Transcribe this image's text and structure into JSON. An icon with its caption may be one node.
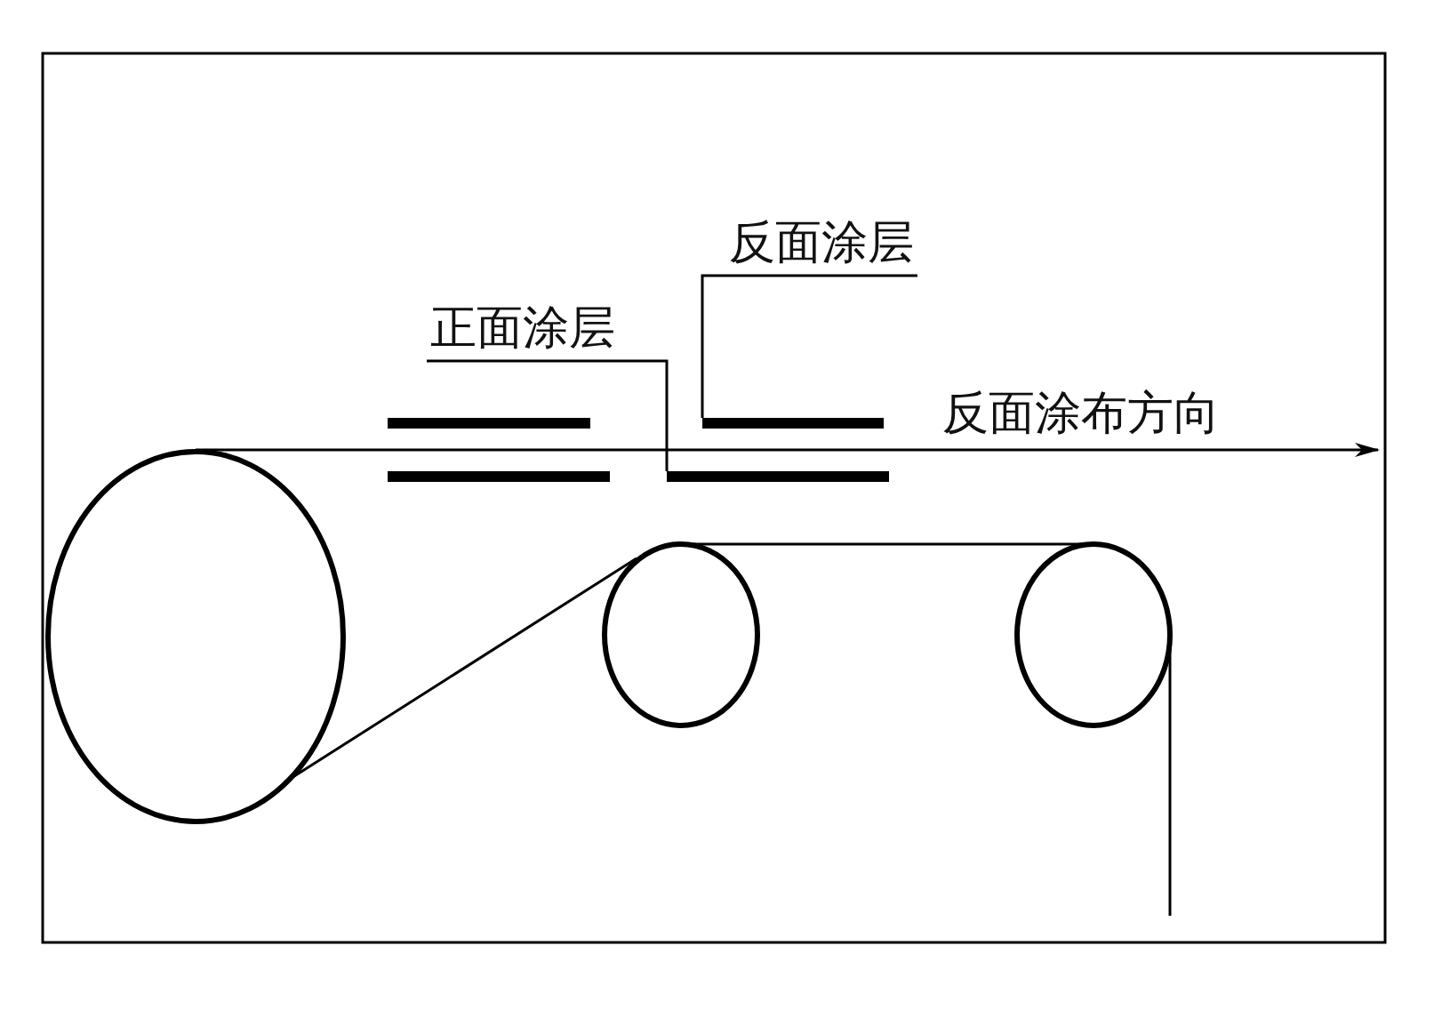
{
  "diagram": {
    "nodes": [
      {
        "text": [
          "正面涂层"
        ]
      },
      {
        "text": [
          "反面涂层"
        ]
      },
      {
        "text": [],
        "shape": "bar"
      },
      {
        "text": [],
        "shape": "bar"
      }
    ],
    "edges": [
      {
        "from": 0,
        "to": 3,
        "arrow": "none"
      },
      {
        "from": 1,
        "to": 2,
        "arrow": "none"
      }
    ],
    "labels": [
      "反面涂布方向"
    ]
  }
}
